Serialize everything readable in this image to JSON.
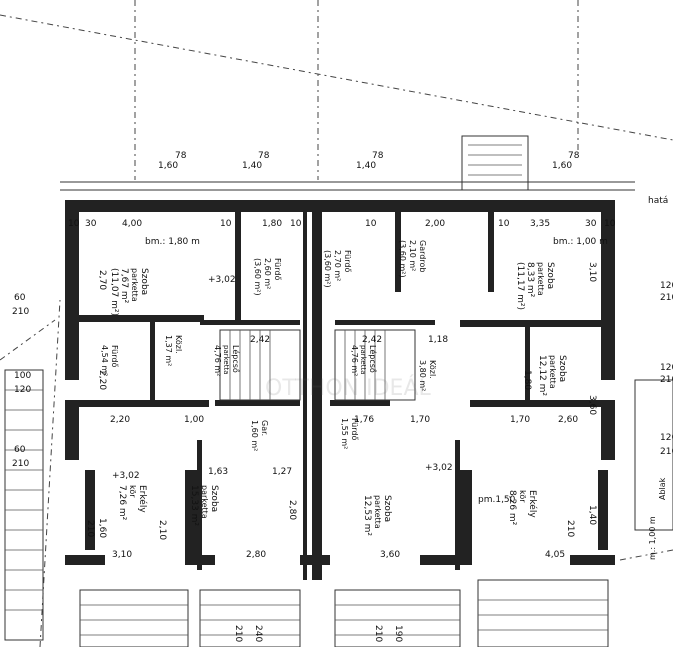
{
  "edge_label": "hatá",
  "top_dimensions": [
    {
      "a": "78",
      "b": "1,60"
    },
    {
      "a": "78",
      "b": "1,40"
    },
    {
      "a": "78",
      "b": "1,40"
    },
    {
      "a": "78",
      "b": "1,60"
    }
  ],
  "interior_dimensions_top": [
    "10",
    "30",
    "4,00",
    "10",
    "1,80",
    "10",
    "10",
    "2,00",
    "10",
    "3,35",
    "30",
    "10"
  ],
  "rooms": [
    {
      "name": "Szoba",
      "floor": "parketta",
      "area": "7,67 m²",
      "extra": "(11,07 m²)"
    },
    {
      "name": "Fürdő",
      "floor": "",
      "area": "2,60 m²",
      "extra": "(3,60 m²)"
    },
    {
      "name": "Fürdő",
      "floor": "",
      "area": "2,70 m²",
      "extra": "(3,60 m²)"
    },
    {
      "name": "Gardrob",
      "floor": "",
      "area": "2,10 m²",
      "extra": "(3,60 m²)"
    },
    {
      "name": "Szoba",
      "floor": "parketta",
      "area": "8,33 m²",
      "extra": "(11,17 m²)"
    },
    {
      "name": "Fürdő",
      "floor": "",
      "area": "4,54 m²",
      "extra": ""
    },
    {
      "name": "Közl.",
      "floor": "",
      "area": "1,37 m²",
      "extra": ""
    },
    {
      "name": "Lépcső",
      "floor": "parketta",
      "area": "4,76 m²",
      "extra": ""
    },
    {
      "name": "Lépcső",
      "floor": "parketta",
      "area": "4,76 m²",
      "extra": ""
    },
    {
      "name": "Közl.",
      "floor": "",
      "area": "3,80 m²",
      "extra": ""
    },
    {
      "name": "Szoba",
      "floor": "parketta",
      "area": "12,12 m²",
      "extra": ""
    },
    {
      "name": "Gar.",
      "floor": "",
      "area": "1,60 m²",
      "extra": ""
    },
    {
      "name": "Fürdő",
      "floor": "",
      "area": "1,55 m²",
      "extra": ""
    },
    {
      "name": "Erkély",
      "floor": "kör",
      "area": "7,26 m²",
      "extra": ""
    },
    {
      "name": "Szoba",
      "floor": "parketta",
      "area": "15,33 m²",
      "extra": ""
    },
    {
      "name": "Szoba",
      "floor": "parketta",
      "area": "12,53 m²",
      "extra": ""
    },
    {
      "name": "Erkély",
      "floor": "kör",
      "area": "8,26 m²",
      "extra": ""
    }
  ],
  "misc_labels": [
    "+3,02",
    "+3,02",
    "+3,02",
    "bm.: 1,80 m",
    "bm.: 1,00 m",
    "pm.1,50",
    "m.: 1,00 m",
    "Ablak"
  ],
  "side_dimensions_left": [
    "60",
    "210",
    "100",
    "120",
    "60",
    "210"
  ],
  "side_dimensions_right": [
    "120",
    "210",
    "120",
    "210",
    "120",
    "210"
  ],
  "inner_dimensions": [
    "2,70",
    "2,20",
    "3,10",
    "1,60",
    "2,10",
    "1,63",
    "2,80",
    "2,80",
    "3,60",
    "4,05",
    "1,40",
    "3,10",
    "3,60",
    "2,60",
    "2,42",
    "2,42",
    "1,18",
    "1,27",
    "2,20",
    "1,70",
    "1,70",
    "1,76",
    "1,80",
    "1,00"
  ],
  "bottom_dimensions": [
    "210",
    "240",
    "210",
    "190",
    "210",
    "210"
  ],
  "watermark": "OTTHON IDEÁL"
}
